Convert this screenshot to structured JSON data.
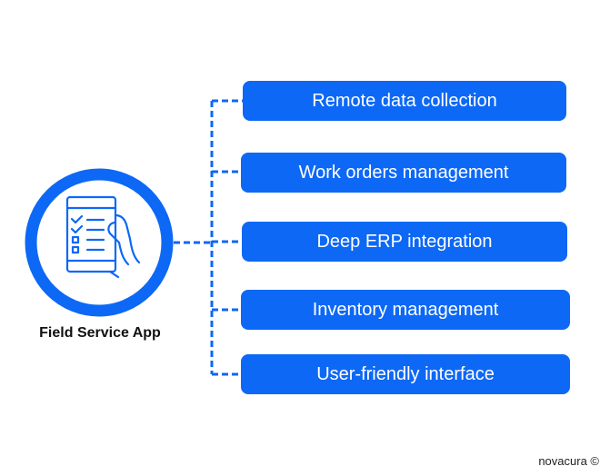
{
  "colors": {
    "accent": "#0d68f5",
    "text": "#111111",
    "background": "#ffffff"
  },
  "hub": {
    "title": "Field Service App",
    "icon": "mobile-checklist-in-hand-icon"
  },
  "features": [
    {
      "label": "Remote data collection"
    },
    {
      "label": "Work orders management"
    },
    {
      "label": "Deep ERP integration"
    },
    {
      "label": "Inventory management"
    },
    {
      "label": "User-friendly interface"
    }
  ],
  "credit": "novacura ©"
}
